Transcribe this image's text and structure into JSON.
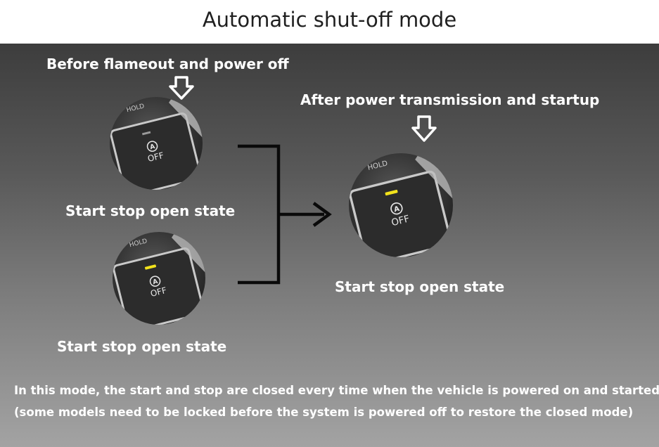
{
  "title": "Automatic shut-off mode",
  "labels": {
    "before": "Before flameout and power off",
    "after": "After power transmission and startup",
    "state_top": "Start stop open state",
    "state_bottom": "Start stop open state",
    "state_right": "Start stop open state"
  },
  "buttons": {
    "hold_text": "HOLD",
    "a_symbol": "A",
    "off_text": "OFF"
  },
  "note": {
    "line1": "In this mode, the start and stop are closed every time when the vehicle is powered on and started",
    "line2": "(some models need to be locked before the system is powered off to restore the closed mode)"
  },
  "colors": {
    "indicator_on": "#f2e21c",
    "indicator_off": "#9a9a9a",
    "text": "#ffffff",
    "title": "#1f1f1f"
  }
}
